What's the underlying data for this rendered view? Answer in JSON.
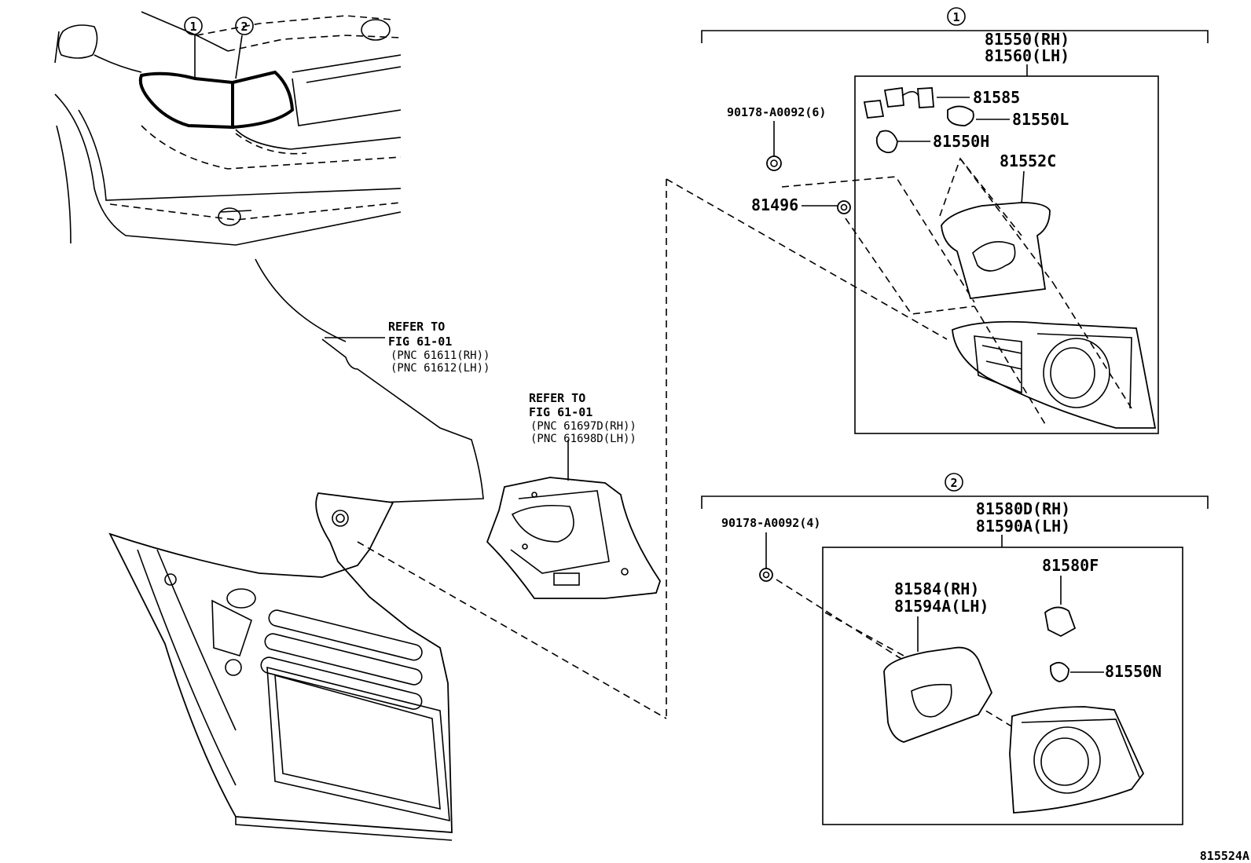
{
  "callouts": {
    "c1": "1",
    "c2": "2"
  },
  "left": {
    "refer1": {
      "line1": "REFER TO",
      "line2": "FIG 61-01",
      "line3": "(PNC 61611(RH))",
      "line4": "(PNC 61612(LH))"
    },
    "refer2": {
      "line1": "REFER TO",
      "line2": "FIG 61-01",
      "line3": "(PNC 61697D(RH))",
      "line4": "(PNC 61698D(LH))"
    }
  },
  "group1": {
    "callout": "1",
    "assy_rh": "81550(RH)",
    "assy_lh": "81560(LH)",
    "screw": "90178-A0092(6)",
    "parts": {
      "socket": "81585",
      "bulb_l": "81550L",
      "bulb_h": "81550H",
      "gasket": "81552C",
      "clip": "81496"
    }
  },
  "group2": {
    "callout": "2",
    "assy_rh": "81580D(RH)",
    "assy_lh": "81590A(LH)",
    "screw": "90178-A0092(4)",
    "parts": {
      "socket": "81580F",
      "bulb": "81550N",
      "gasket_rh": "81584(RH)",
      "gasket_lh": "81594A(LH)"
    }
  },
  "figure_id": "815524A"
}
